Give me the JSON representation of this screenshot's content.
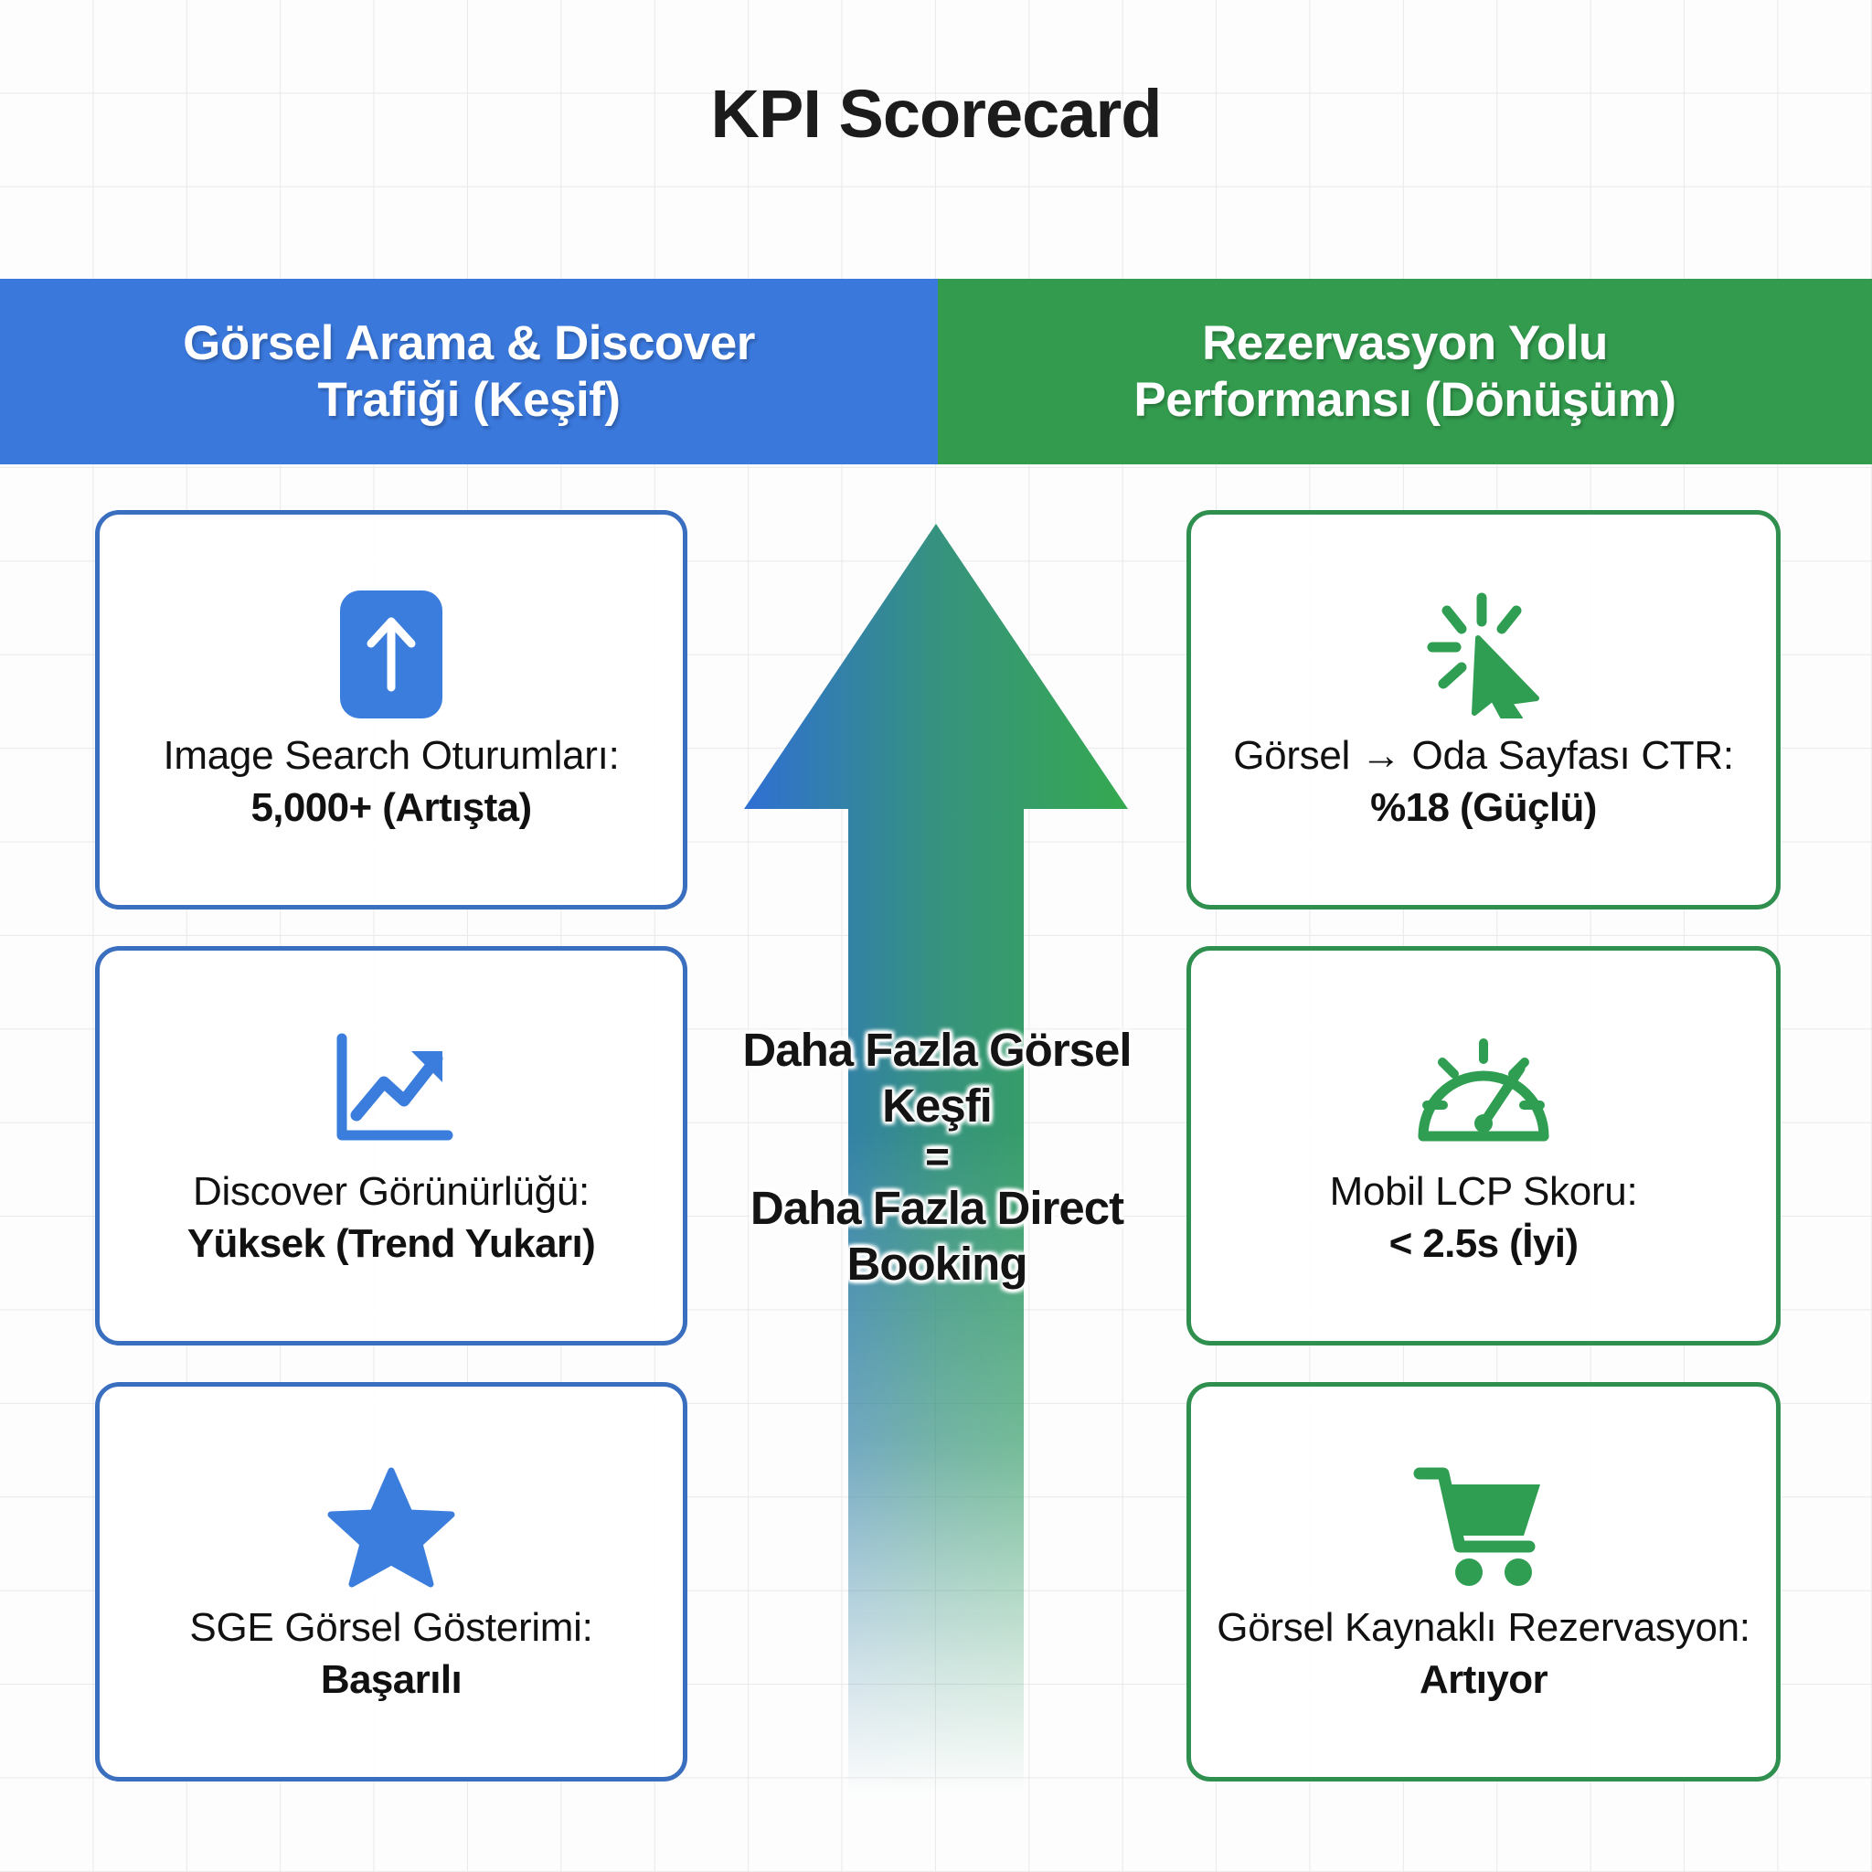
{
  "title": "KPI Scorecard",
  "colors": {
    "blue_header": "#3a78dc",
    "green_header": "#339b4e",
    "blue_border": "#3a6fc0",
    "green_border": "#2f8f4e",
    "blue_icon": "#3a7ddd",
    "green_icon": "#2f9e52",
    "text": "#111111",
    "background": "#fdfdfd",
    "grid_line": "#e9e9e9"
  },
  "columns": {
    "left": {
      "header_line1": "Görsel Arama & Discover",
      "header_line2": "Trafiği (Keşif)",
      "cards": [
        {
          "icon": "upward-arrow-badge-icon",
          "label_line1": "Image Search",
          "label_line2": "Oturumları:",
          "value": "5,000+ (Artışta)"
        },
        {
          "icon": "trend-chart-up-icon",
          "label_line1": "Discover",
          "label_line2": "Görünürlüğü:",
          "value": "Yüksek (Trend Yukarı)"
        },
        {
          "icon": "star-icon",
          "label_line1": "SGE Görsel Gösterimi:",
          "label_line2": "",
          "value": "Başarılı"
        }
      ]
    },
    "right": {
      "header_line1": "Rezervasyon Yolu",
      "header_line2": "Performansı (Dönüşüm)",
      "cards": [
        {
          "icon": "click-cursor-icon",
          "label_line1": "Görsel → Oda",
          "label_line2": "Sayfası CTR:",
          "value": "%18 (Güçlü)"
        },
        {
          "icon": "speedometer-gauge-icon",
          "label_line1": "Mobil LCP Skoru:",
          "label_line2": "",
          "value": "< 2.5s (İyi)"
        },
        {
          "icon": "shopping-cart-icon",
          "label_line1": "Görsel Kaynaklı",
          "label_line2": "Rezervasyon:",
          "value": "Artıyor"
        }
      ]
    }
  },
  "center": {
    "icon": "big-up-arrow-gradient",
    "line1": "Daha Fazla",
    "line2": "Görsel Keşfi",
    "equals": "=",
    "line3": "Daha Fazla",
    "line4": "Direct Booking"
  }
}
